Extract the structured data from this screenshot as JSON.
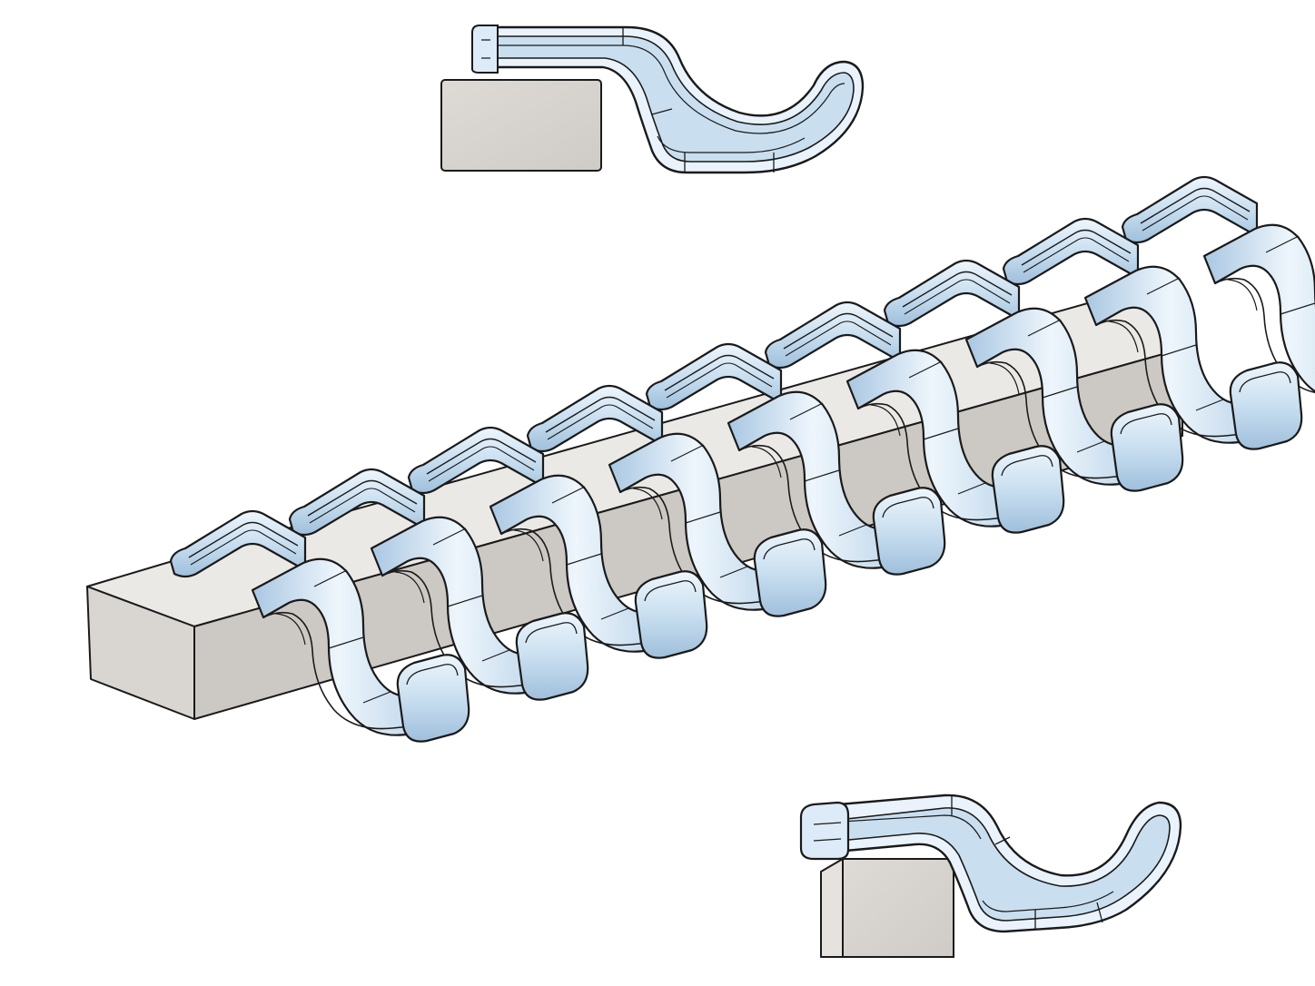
{
  "figure": {
    "views": [
      {
        "id": "top-side-view",
        "parts": [
          "base-block",
          "clip"
        ]
      },
      {
        "id": "array-isometric-view",
        "parts": [
          "base-bar",
          "clips"
        ],
        "clip_count": 9
      },
      {
        "id": "bottom-side-view",
        "parts": [
          "base-block",
          "clip"
        ]
      }
    ],
    "colors": {
      "clip_fill": "#c9dff0",
      "clip_highlight": "#eef6fc",
      "clip_shadow": "#9fbfdc",
      "outline": "#1a1a1a",
      "block_front": "#d6d3cf",
      "block_top": "#ebe9e6",
      "block_side": "#c4c0bb"
    }
  }
}
